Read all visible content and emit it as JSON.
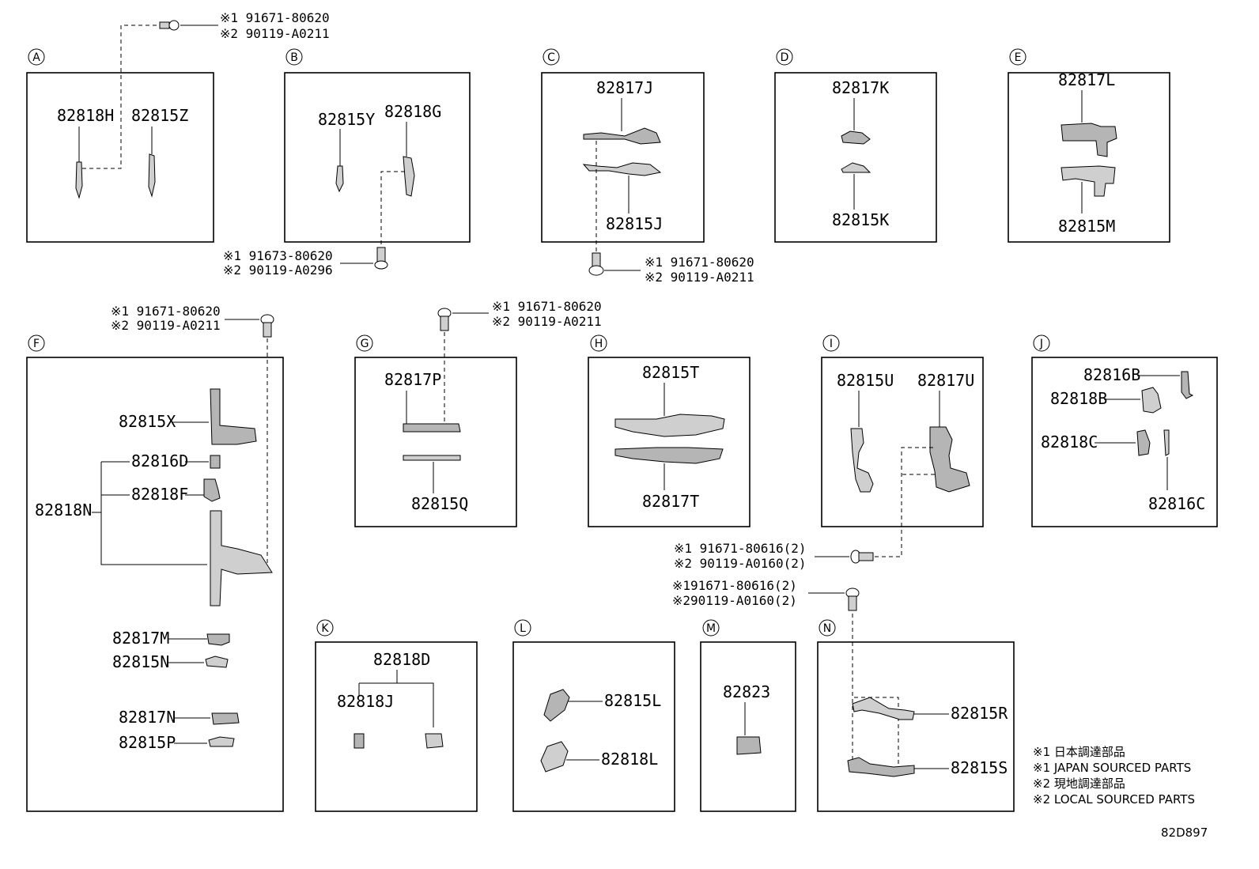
{
  "sections": {
    "A": {
      "label": "A",
      "parts": [
        "82818H",
        "82815Z"
      ]
    },
    "B": {
      "label": "B",
      "parts": [
        "82815Y",
        "82818G"
      ]
    },
    "C": {
      "label": "C",
      "parts": [
        "82817J",
        "82815J"
      ]
    },
    "D": {
      "label": "D",
      "parts": [
        "82817K",
        "82815K"
      ]
    },
    "E": {
      "label": "E",
      "parts": [
        "82817L",
        "82815M"
      ]
    },
    "F": {
      "label": "F",
      "parts": [
        "82815X",
        "82816D",
        "82818N",
        "82818F",
        "82817M",
        "82815N",
        "82817N",
        "82815P"
      ]
    },
    "G": {
      "label": "G",
      "parts": [
        "82817P",
        "82815Q"
      ]
    },
    "H": {
      "label": "H",
      "parts": [
        "82815T",
        "82817T"
      ]
    },
    "I": {
      "label": "I",
      "parts": [
        "82815U",
        "82817U"
      ]
    },
    "J": {
      "label": "J",
      "parts": [
        "82816B",
        "82818B",
        "82818C",
        "82816C"
      ]
    },
    "K": {
      "label": "K",
      "parts": [
        "82818D",
        "82818J"
      ]
    },
    "L": {
      "label": "L",
      "parts": [
        "82815L",
        "82818L"
      ]
    },
    "M": {
      "label": "M",
      "parts": [
        "82823"
      ]
    },
    "N": {
      "label": "N",
      "parts": [
        "82815R",
        "82815S"
      ]
    }
  },
  "fasteners": {
    "a": [
      "※1 91671-80620",
      "※2 90119-A0211"
    ],
    "b": [
      "※1 91673-80620",
      "※2 90119-A0296"
    ],
    "c": [
      "※1 91671-80620",
      "※2 90119-A0211"
    ],
    "f": [
      "※1 91671-80620",
      "※2 90119-A0211"
    ],
    "g": [
      "※1 91671-80620",
      "※2 90119-A0211"
    ],
    "i": [
      "※1 91671-80616(2)",
      "※2 90119-A0160(2)"
    ],
    "n": [
      "※191671-80616(2)",
      "※290119-A0160(2)"
    ]
  },
  "notes": [
    "※1 日本調達部品",
    "※1 JAPAN SOURCED PARTS",
    "※2 現地調達部品",
    "※2 LOCAL SOURCED PARTS"
  ],
  "diagram_code": "82D897",
  "colors": {
    "line": "#000000",
    "part_fill": "#cfcfcf",
    "background": "#ffffff"
  }
}
